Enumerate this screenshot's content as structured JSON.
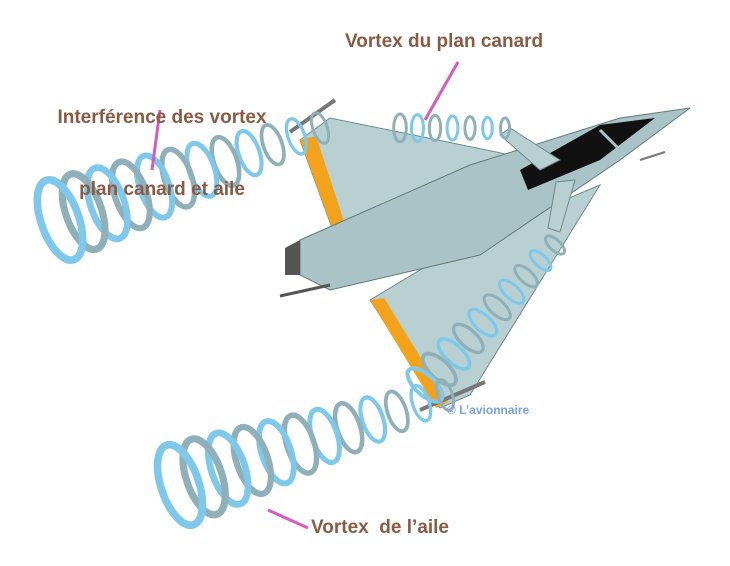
{
  "labels": {
    "interference": [
      "Interférence des vortex",
      "plan canard et aile"
    ],
    "canard_vortex": "Vortex du plan canard",
    "wing_vortex": "Vortex  de l’aile"
  },
  "watermark": "© L’avionnaire",
  "colors": {
    "label": "#8a5a44",
    "pointer": "#d65bbd",
    "vortex": "#7ec8ec",
    "aircraft": "#a9c3c6",
    "flap": "#f4a21a",
    "watermark": "#7aa0e8"
  }
}
